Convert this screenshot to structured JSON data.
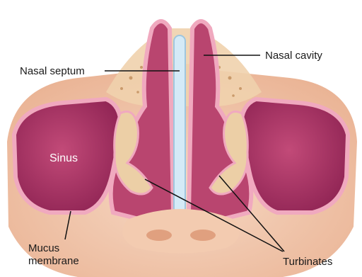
{
  "labels": {
    "nasal_septum": "Nasal septum",
    "nasal_cavity": "Nasal cavity",
    "sinus": "Sinus",
    "mucus_line1": "Mucus",
    "mucus_line2": "membrane",
    "turbinates": "Turbinates"
  },
  "colors": {
    "skin": "#f1c6a8",
    "skin_dark": "#e3a98a",
    "sinus": "#b53a68",
    "sinus_dark": "#8e2350",
    "membrane": "#f0a9bf",
    "bone": "#eccfa6",
    "septum": "#cfe6f4",
    "leader": "#111111"
  }
}
